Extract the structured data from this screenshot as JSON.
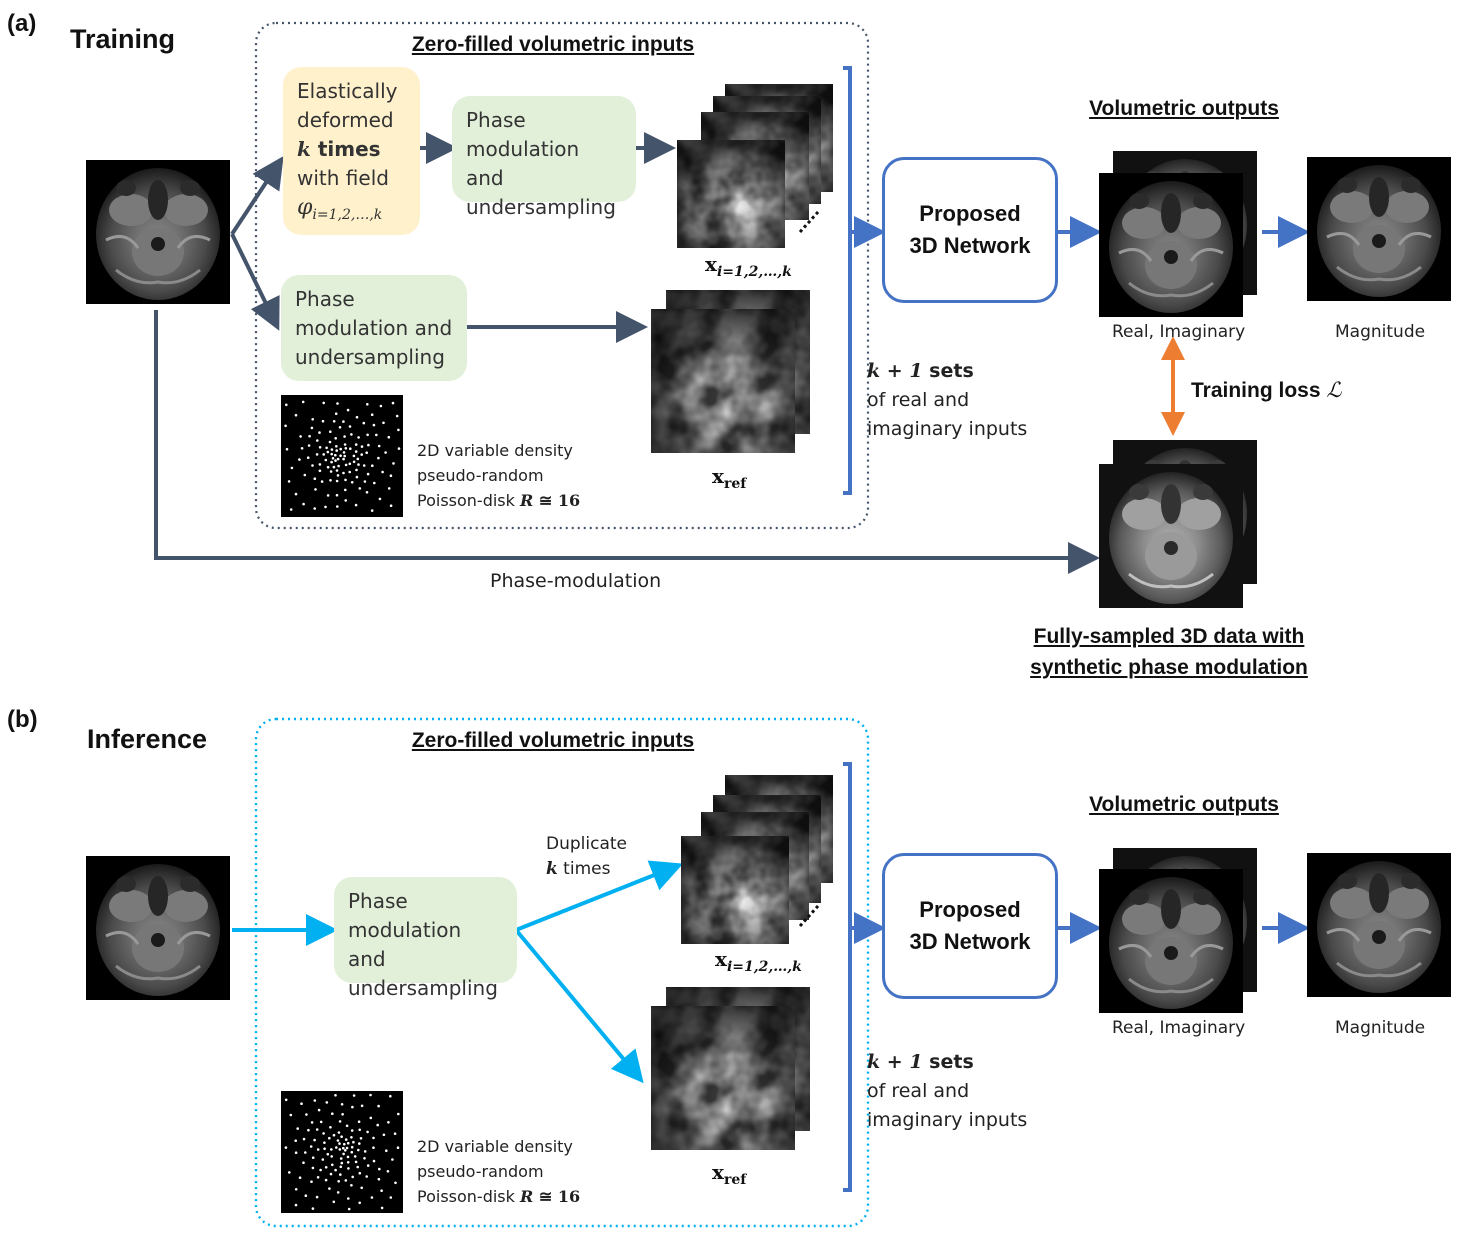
{
  "panel_a": {
    "letter": "(a)",
    "title": "Training",
    "inputs_title": "Zero-filled volumetric inputs",
    "deform_box": {
      "line1": "Elastically",
      "line2": "deformed",
      "k": "k",
      "line3": " times",
      "line4": "with field",
      "phi": "φ",
      "phi_sub": "i=1,2,…,k"
    },
    "phase_box_1": "Phase modulation and undersampling",
    "phase_box_2": "Phase modulation and undersampling",
    "xi_label": "x",
    "xi_sub": "i=1,2,…,k",
    "xref_label": "x",
    "xref_sub": "ref",
    "mask_caption": [
      "2D variable density",
      "pseudo-random",
      "Poisson-disk "
    ],
    "mask_R": "R",
    "mask_approx": " ≅ 16",
    "sets_k": "k + 1",
    "sets_line1": " sets",
    "sets_line2": "of real and",
    "sets_line3": "imaginary inputs",
    "network_line1": "Proposed",
    "network_line2": "3D Network",
    "outputs_title": "Volumetric outputs",
    "real_imag_label": "Real, Imaginary",
    "magnitude_label": "Magnitude",
    "training_loss": "Training loss ",
    "loss_symbol": "ℒ",
    "phase_modulation_label": "Phase-modulation",
    "fully_sampled_line1": "Fully-sampled 3D data with",
    "fully_sampled_line2": "synthetic phase modulation"
  },
  "panel_b": {
    "letter": "(b)",
    "title": "Inference",
    "inputs_title": "Zero-filled volumetric inputs",
    "phase_box": "Phase modulation and undersampling",
    "duplicate_line1": "Duplicate",
    "duplicate_k": "k",
    "duplicate_line2": " times",
    "xi_label": "x",
    "xi_sub": "i=1,2,…,k",
    "xref_label": "x",
    "xref_sub": "ref",
    "mask_caption": [
      "2D variable density",
      "pseudo-random",
      "Poisson-disk "
    ],
    "mask_R": "R",
    "mask_approx": " ≅ 16",
    "sets_k": "k + 1",
    "sets_line1": " sets",
    "sets_line2": "of real and",
    "sets_line3": "imaginary inputs",
    "network_line1": "Proposed",
    "network_line2": "3D Network",
    "outputs_title": "Volumetric outputs",
    "real_imag_label": "Real, Imaginary",
    "magnitude_label": "Magnitude"
  },
  "colors": {
    "dark_arrow": "#44546a",
    "blue": "#4472c4",
    "light_blue": "#00b0f0",
    "orange": "#ed7d31",
    "green_box": "#e2efd9",
    "yellow_box": "#fff1cc"
  }
}
